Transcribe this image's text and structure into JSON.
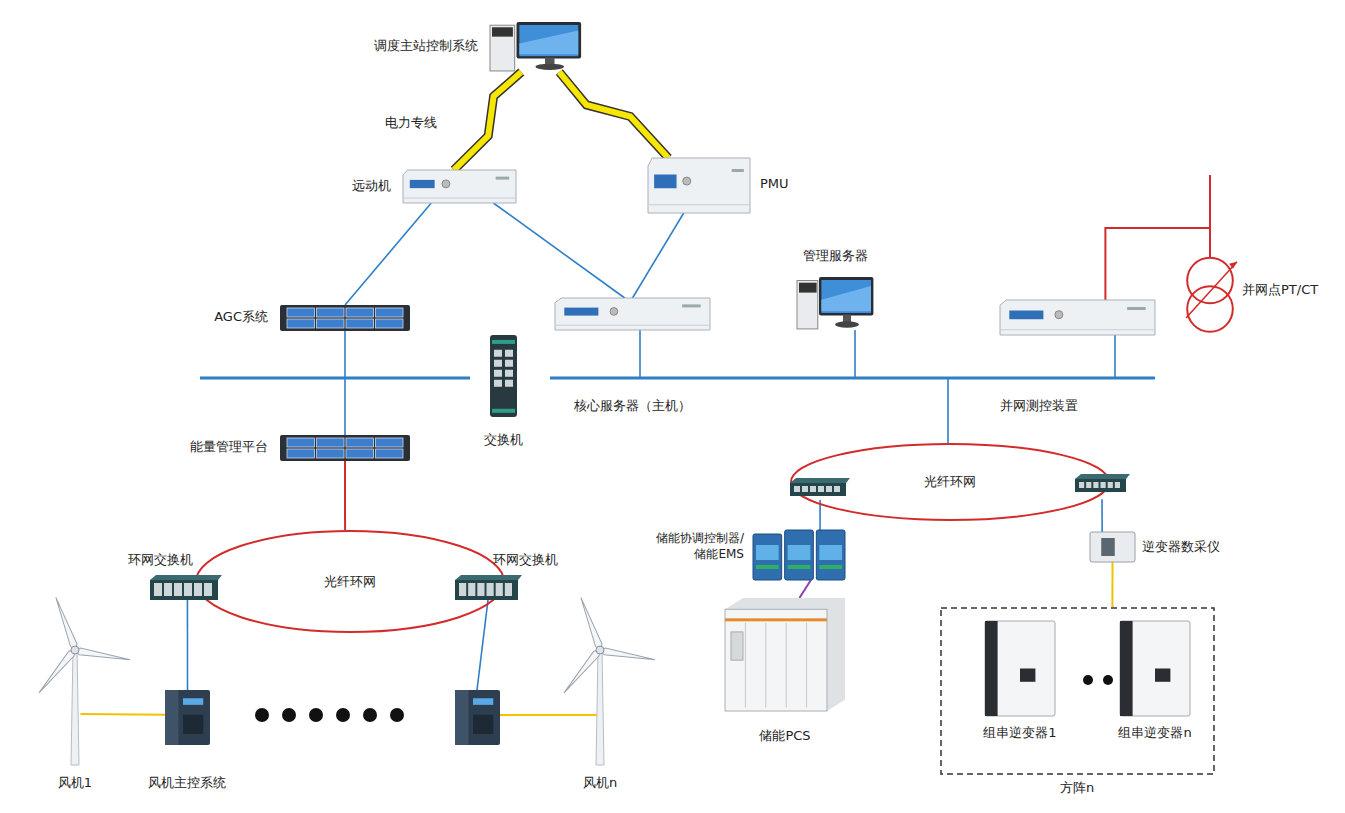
{
  "diagram": {
    "nodes": [
      {
        "text": [
          "调度主站控制系统"
        ]
      },
      {
        "text": [
          "远动机"
        ]
      },
      {
        "text": [
          "PMU"
        ]
      },
      {
        "text": [
          "AGC系统"
        ]
      },
      {
        "text": [
          "核心服务器（主机）"
        ]
      },
      {
        "text": [
          "管理服务器"
        ]
      },
      {
        "text": [
          "并网测控装置"
        ]
      },
      {
        "text": [
          "交换机"
        ]
      },
      {
        "text": [
          "能量管理平台"
        ]
      },
      {
        "text": [
          "环网交换机"
        ]
      },
      {
        "text": [
          "环网交换机"
        ]
      },
      {
        "text": [
          "风机主控系统"
        ]
      },
      {
        "text": [
          "风机1"
        ]
      },
      {
        "text": [
          "风机n"
        ]
      },
      {
        "text": [
          "光纤环网"
        ]
      },
      {
        "text": [
          "光纤环网"
        ]
      },
      {
        "text": [
          "储能协调控制器/储能EMS"
        ]
      },
      {
        "text": [
          "储能PCS"
        ]
      },
      {
        "text": [
          "逆变器数采仪"
        ]
      },
      {
        "text": [
          "方阵n"
        ]
      },
      {
        "text": [
          "组串逆变器1"
        ],
        "in": 19
      },
      {
        "text": [
          "组串逆变器n"
        ],
        "in": 19
      },
      {
        "text": [
          "并网点PT/CT"
        ]
      }
    ],
    "edges": [
      {
        "from": 0,
        "to": 1,
        "arrow": "none"
      },
      {
        "from": 0,
        "to": 2,
        "arrow": "none"
      },
      {
        "from": 1,
        "to": 3,
        "arrow": "none"
      },
      {
        "from": 1,
        "to": 4,
        "arrow": "none"
      },
      {
        "from": 2,
        "to": 4,
        "arrow": "none"
      },
      {
        "from": 3,
        "to": 8,
        "arrow": "none"
      },
      {
        "from": 8,
        "to": 14,
        "arrow": "none"
      },
      {
        "from": 9,
        "to": 11,
        "arrow": "none"
      },
      {
        "from": 12,
        "to": 11,
        "arrow": "none"
      },
      {
        "from": 15,
        "to": 16,
        "arrow": "none"
      },
      {
        "from": 15,
        "to": 18,
        "arrow": "none"
      },
      {
        "from": 18,
        "to": 19,
        "arrow": "none"
      },
      {
        "from": 16,
        "to": 17,
        "arrow": "none"
      },
      {
        "from": 6,
        "to": 22,
        "arrow": "none"
      }
    ],
    "labels": [
      "电力专线"
    ]
  }
}
